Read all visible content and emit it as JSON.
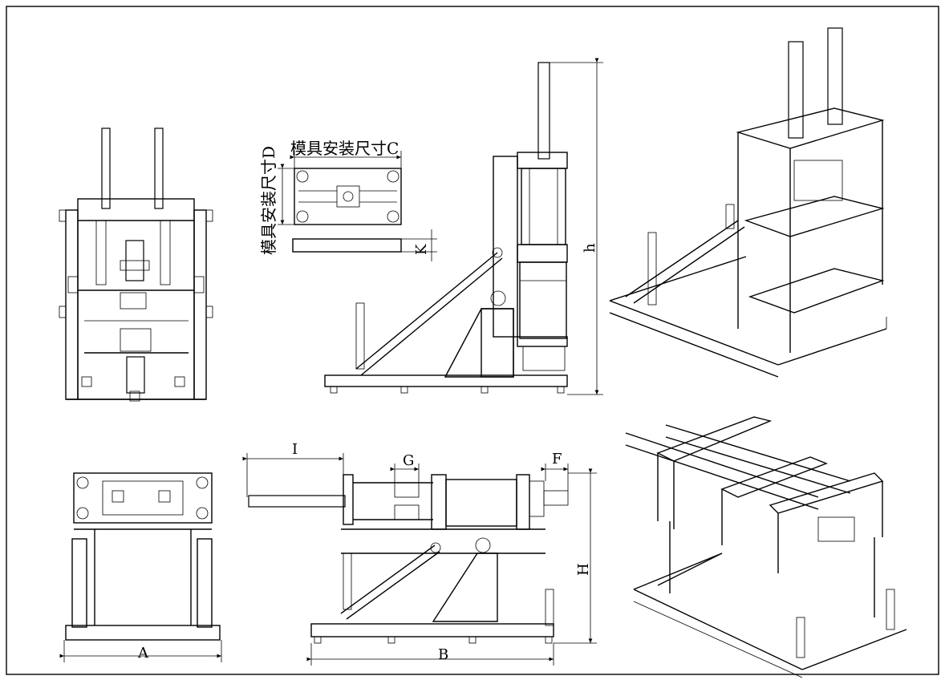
{
  "labels": {
    "mold_size_c": "模具安装尺寸C",
    "mold_size_d": "模具安装尺寸D",
    "dim_k": "K",
    "dim_h_lower": "h",
    "dim_a": "A",
    "dim_b": "B",
    "dim_i": "I",
    "dim_g": "G",
    "dim_f": "F",
    "dim_h_upper": "H"
  }
}
